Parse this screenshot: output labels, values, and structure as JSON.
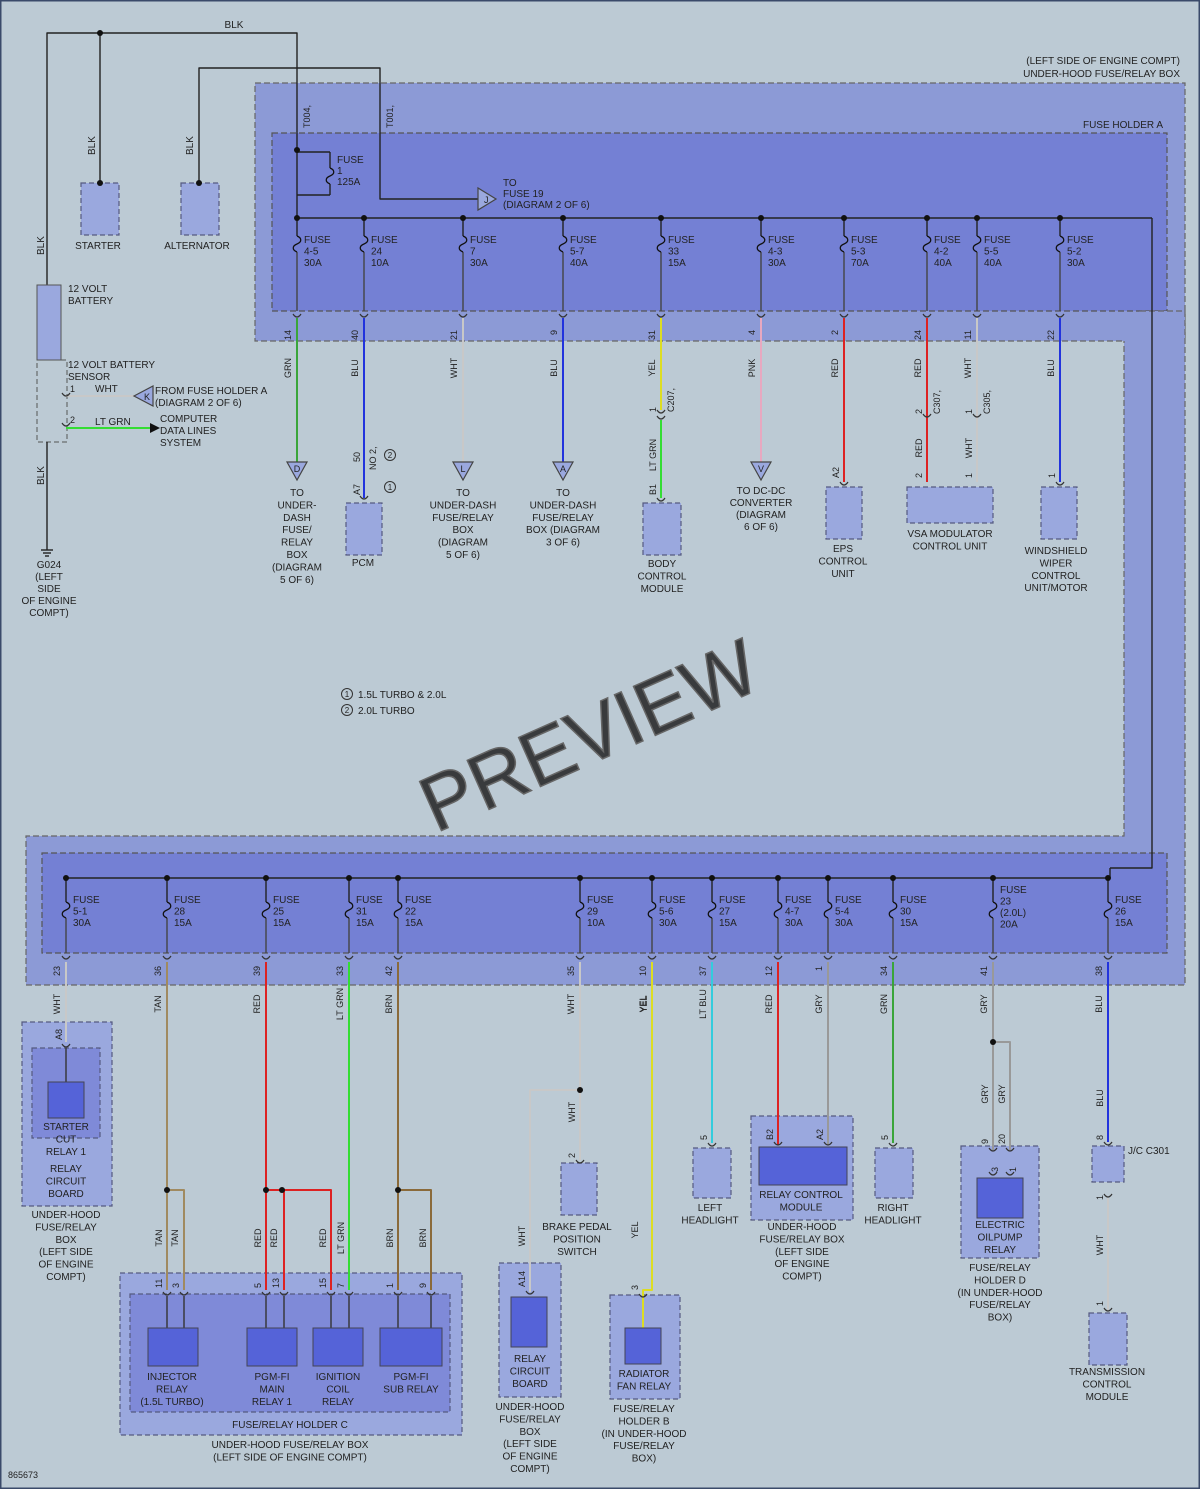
{
  "colors": {
    "BLK": "#222222",
    "GRN": "#3aa53a",
    "BLU": "#2233dd",
    "WHT": "#c8c8c8",
    "YEL": "#dddd22",
    "PNK": "#e8a8c0",
    "RED": "#dd2222",
    "TAN": "#a08a60",
    "BRN": "#8a6a3a",
    "LT GRN": "#33dd33",
    "LT BLU": "#33ccdd",
    "GRY": "#999999"
  },
  "header": {
    "box_line1": "(LEFT SIDE OF ENGINE COMPT)",
    "box_line2": "UNDER-HOOD FUSE/RELAY BOX",
    "holder_a": "FUSE HOLDER A"
  },
  "top": {
    "blk": "BLK",
    "t004": "T004,",
    "t001": "T001,",
    "fuse1": [
      "FUSE",
      "1",
      "125A"
    ],
    "to_fuse19": [
      "TO",
      "FUSE 19",
      "(DIAGRAM 2 OF 6)"
    ],
    "conn_j": "J",
    "starter": "STARTER",
    "alternator": "ALTERNATOR",
    "battery": [
      "12 VOLT",
      "BATTERY"
    ],
    "sensor": [
      "12 VOLT BATTERY",
      "SENSOR"
    ],
    "pin1": "1",
    "pin2": "2",
    "wht": "WHT",
    "ltgrn": "LT GRN",
    "conn_k": "K",
    "from_holder": [
      "FROM FUSE HOLDER A",
      "(DIAGRAM 2 OF 6)"
    ],
    "cdls": [
      "COMPUTER",
      "DATA LINES",
      "SYSTEM"
    ],
    "ground": [
      "G024",
      "(LEFT",
      "SIDE",
      "OF ENGINE",
      "COMPT)"
    ]
  },
  "fuses_a": [
    {
      "l": [
        "FUSE",
        "4-5",
        "30A"
      ],
      "pin": "14",
      "wire": "GRN"
    },
    {
      "l": [
        "FUSE",
        "24",
        "10A"
      ],
      "pin": "40",
      "wire": "BLU"
    },
    {
      "l": [
        "FUSE",
        "7",
        "30A"
      ],
      "pin": "21",
      "wire": "WHT"
    },
    {
      "l": [
        "FUSE",
        "5-7",
        "40A"
      ],
      "pin": "9",
      "wire": "BLU"
    },
    {
      "l": [
        "FUSE",
        "33",
        "15A"
      ],
      "pin": "31",
      "wire": "YEL"
    },
    {
      "l": [
        "FUSE",
        "4-3",
        "30A"
      ],
      "pin": "4",
      "wire": "PNK"
    },
    {
      "l": [
        "FUSE",
        "5-3",
        "70A"
      ],
      "pin": "2",
      "wire": "RED"
    },
    {
      "l": [
        "FUSE",
        "4-2",
        "40A"
      ],
      "pin": "24",
      "wire": "RED"
    },
    {
      "l": [
        "FUSE",
        "5-5",
        "40A"
      ],
      "pin": "11",
      "wire": "WHT"
    },
    {
      "l": [
        "FUSE",
        "5-2",
        "30A"
      ],
      "pin": "22",
      "wire": "BLU"
    }
  ],
  "dest_a": {
    "d": [
      "TO",
      "UNDER-",
      "DASH",
      "FUSE/",
      "RELAY",
      "BOX",
      "(DIAGRAM",
      "5 OF 6)"
    ],
    "conn_d": "D",
    "pcm": "PCM",
    "pcm_pins": [
      "50",
      "A7"
    ],
    "no2": "NO 2,",
    "n1": "1",
    "n2": "2",
    "l": [
      "TO",
      "UNDER-DASH",
      "FUSE/RELAY",
      "BOX",
      "(DIAGRAM",
      "5 OF 6)"
    ],
    "conn_l": "L",
    "a": [
      "TO",
      "UNDER-DASH",
      "FUSE/RELAY",
      "BOX (DIAGRAM",
      "3 OF 6)"
    ],
    "conn_a": "A",
    "c207": "C207,",
    "c207_pin": "1",
    "ltgrn": "LT GRN",
    "b1": "B1",
    "bcm": [
      "BODY",
      "CONTROL",
      "MODULE"
    ],
    "dcdc": [
      "TO DC-DC",
      "CONVERTER",
      "(DIAGRAM",
      "6 OF 6)"
    ],
    "conn_v": "V",
    "eps_pin": "A2",
    "eps": [
      "EPS",
      "CONTROL",
      "UNIT"
    ],
    "c307": "C307,",
    "c305": "C305,",
    "vsa_pin_red": "2",
    "vsa_pin_wht": "1",
    "red": "RED",
    "wht": "WHT",
    "vsa": [
      "VSA MODULATOR",
      "CONTROL UNIT"
    ],
    "wiper_pin": "1",
    "wiper": [
      "WINDSHIELD",
      "WIPER",
      "CONTROL",
      "UNIT/MOTOR"
    ]
  },
  "legend": [
    {
      "n": "1",
      "t": "1.5L TURBO & 2.0L"
    },
    {
      "n": "2",
      "t": "2.0L TURBO"
    }
  ],
  "watermark": "PREVIEW",
  "fuses_c": [
    {
      "l": [
        "FUSE",
        "5-1",
        "30A"
      ],
      "pin": "23",
      "wire": "WHT"
    },
    {
      "l": [
        "FUSE",
        "28",
        "15A"
      ],
      "pin": "36",
      "wire": "TAN"
    },
    {
      "l": [
        "FUSE",
        "25",
        "15A"
      ],
      "pin": "39",
      "wire": "RED"
    },
    {
      "l": [
        "FUSE",
        "31",
        "15A"
      ],
      "pin": "33",
      "wire": "LT GRN"
    },
    {
      "l": [
        "FUSE",
        "22",
        "15A"
      ],
      "pin": "42",
      "wire": "BRN"
    },
    {
      "l": [
        "FUSE",
        "29",
        "10A"
      ],
      "pin": "35",
      "wire": "WHT"
    },
    {
      "l": [
        "FUSE",
        "5-6",
        "30A"
      ],
      "pin": "10",
      "wire": "YEL"
    },
    {
      "l": [
        "FUSE",
        "27",
        "15A"
      ],
      "pin": "37",
      "wire": "LT BLU"
    },
    {
      "l": [
        "FUSE",
        "4-7",
        "30A"
      ],
      "pin": "12",
      "wire": "RED"
    },
    {
      "l": [
        "FUSE",
        "5-4",
        "30A"
      ],
      "pin": "1",
      "wire": "GRY"
    },
    {
      "l": [
        "FUSE",
        "30",
        "15A"
      ],
      "pin": "34",
      "wire": "GRN"
    },
    {
      "l": [
        "FUSE",
        "23",
        "(2.0L)",
        "20A"
      ],
      "pin": "41",
      "wire": "GRY"
    },
    {
      "l": [
        "FUSE",
        "26",
        "15A"
      ],
      "pin": "38",
      "wire": "BLU"
    }
  ],
  "dest_c": {
    "starter_pin": "A8",
    "starter_relay": [
      "STARTER",
      "CUT",
      "RELAY 1"
    ],
    "rcb": [
      "RELAY",
      "CIRCUIT",
      "BOARD"
    ],
    "uh_box": [
      "UNDER-HOOD",
      "FUSE/RELAY",
      "BOX",
      "(LEFT SIDE",
      "OF ENGINE",
      "COMPT)"
    ],
    "injector": [
      "INJECTOR",
      "RELAY",
      "(1.5L TURBO)"
    ],
    "pgm_main": [
      "PGM-FI",
      "MAIN",
      "RELAY 1"
    ],
    "ignition": [
      "IGNITION",
      "COIL",
      "RELAY"
    ],
    "pgm_sub": [
      "PGM-FI",
      "SUB RELAY"
    ],
    "holder_c": "FUSE/RELAY HOLDER C",
    "holder_c_box": [
      "UNDER-HOOD FUSE/RELAY BOX",
      "(LEFT SIDE OF ENGINE COMPT)"
    ],
    "relay_pins": [
      "11",
      "3",
      "5",
      "13",
      "15",
      "7",
      "1",
      "9"
    ],
    "w_tan": "TAN",
    "w_red": "RED",
    "w_ltgrn": "LT GRN",
    "w_brn": "BRN",
    "w_wht": "WHT",
    "w_yel": "YEL",
    "w_gry": "GRY",
    "w_blu": "BLU",
    "a14": "A14",
    "rcb2": [
      "RELAY",
      "CIRCUIT",
      "BOARD"
    ],
    "uh_box2": [
      "UNDER-HOOD",
      "FUSE/RELAY",
      "BOX",
      "(LEFT SIDE",
      "OF ENGINE",
      "COMPT)"
    ],
    "brake_pin": "2",
    "brake": [
      "BRAKE PEDAL",
      "POSITION",
      "SWITCH"
    ],
    "rad_pin": "3",
    "rad": [
      "RADIATOR",
      "FAN RELAY"
    ],
    "holder_b": [
      "FUSE/RELAY",
      "HOLDER B",
      "(IN UNDER-HOOD",
      "FUSE/RELAY",
      "BOX)"
    ],
    "lh_pin": "5",
    "lh": [
      "LEFT",
      "HEADLIGHT"
    ],
    "rcm_pins": [
      "B2",
      "A2"
    ],
    "rcm": [
      "RELAY CONTROL",
      "MODULE"
    ],
    "uh_box3": [
      "UNDER-HOOD",
      "FUSE/RELAY BOX",
      "(LEFT SIDE",
      "OF ENGINE",
      "COMPT)"
    ],
    "rh_pin": "5",
    "rh": [
      "RIGHT",
      "HEADLIGHT"
    ],
    "eop_pins": [
      "9",
      "20",
      "3",
      "1"
    ],
    "eop": [
      "ELECTRIC",
      "OILPUMP",
      "RELAY"
    ],
    "holder_d": [
      "FUSE/RELAY",
      "HOLDER D",
      "(IN UNDER-HOOD",
      "FUSE/RELAY",
      "BOX)"
    ],
    "jc_pins": [
      "8",
      "1"
    ],
    "jc": "J/C C301",
    "tcm_pin": "1",
    "tcm": [
      "TRANSMISSION",
      "CONTROL",
      "MODULE"
    ]
  },
  "footer": {
    "id": "865673"
  }
}
